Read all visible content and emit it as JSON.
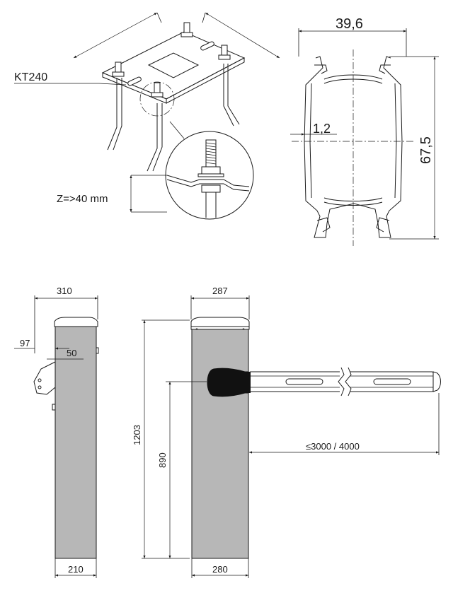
{
  "labels": {
    "kit": "KT240",
    "z_depth": "Z=>40 mm",
    "profile_width": "39,6",
    "profile_height": "67,5",
    "profile_wall": "1,2",
    "side_top_width": "310",
    "side_offset_97": "97",
    "side_offset_50": "50",
    "side_base_width": "210",
    "front_top_width": "287",
    "front_base_width": "280",
    "total_height": "1203",
    "arm_height": "890",
    "arm_length": "≤3000 / 4000"
  },
  "colors": {
    "line": "#1a1a1a",
    "cabinet_gray": "#b7b7b7",
    "arm_head": "#111111"
  }
}
